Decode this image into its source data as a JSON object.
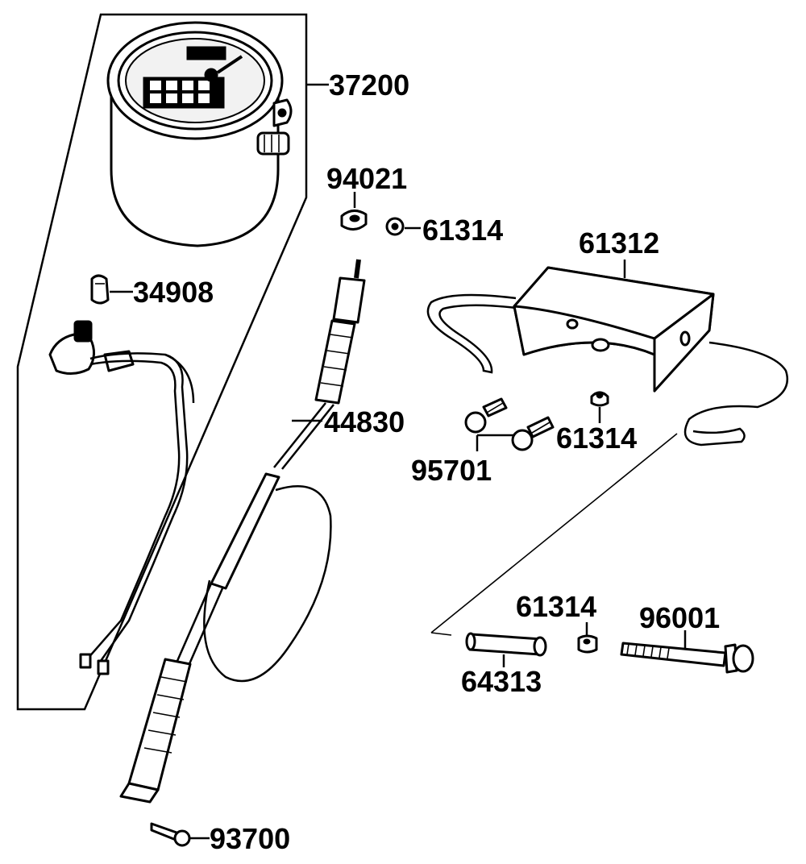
{
  "labels": {
    "p37200": "37200",
    "p94021": "94021",
    "p61314_top": "61314",
    "p61312": "61312",
    "p34908": "34908",
    "p44830": "44830",
    "p95701": "95701",
    "p61314_mid": "61314",
    "p61314_low": "61314",
    "p96001": "96001",
    "p64313": "64313",
    "p93700": "93700"
  }
}
